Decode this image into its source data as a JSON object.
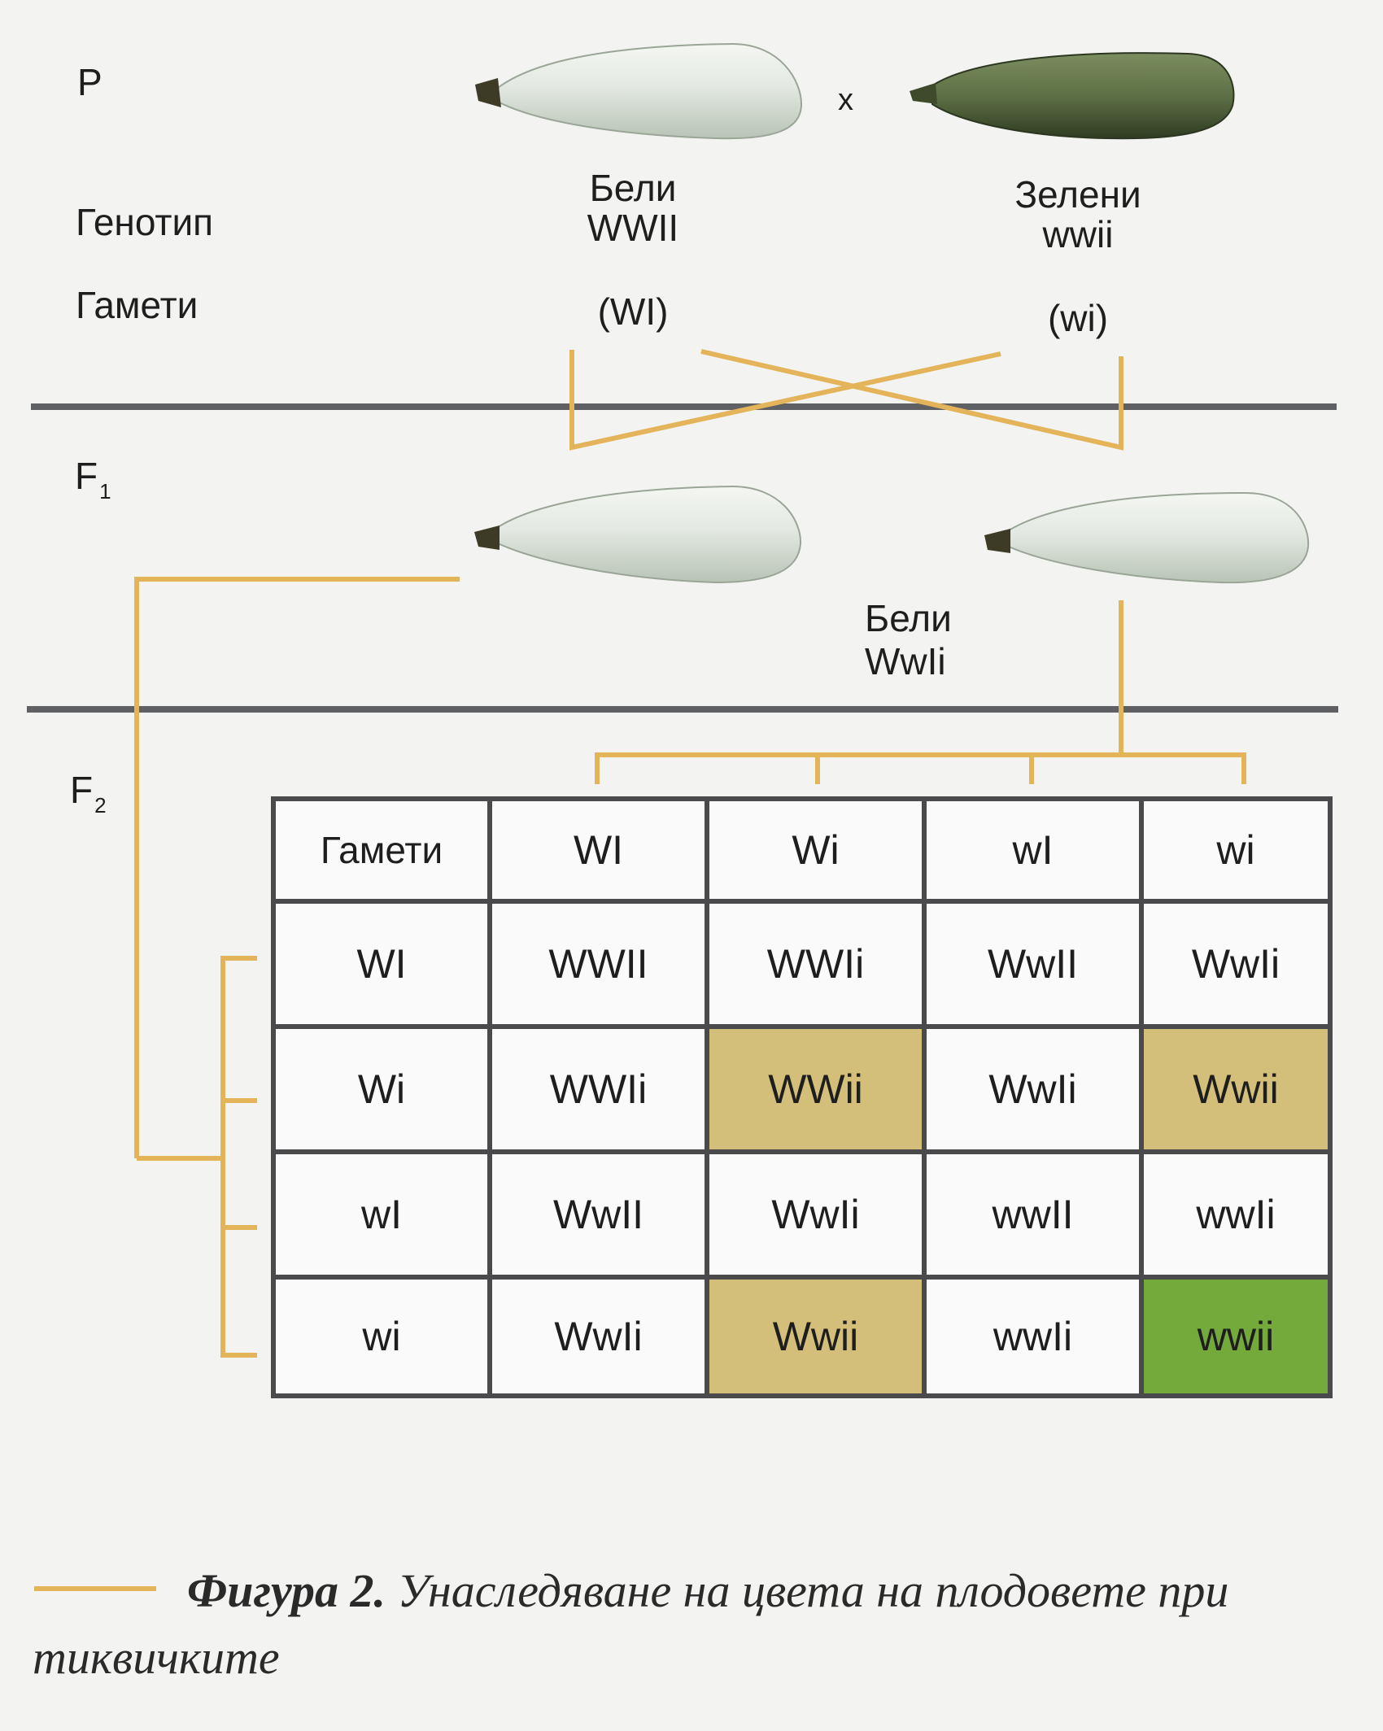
{
  "labels": {
    "p": "P",
    "cross": "x",
    "genotype_row": "Генотип",
    "gametes_row": "Гамети",
    "f1": "F",
    "f1_sub": "1",
    "f2": "F",
    "f2_sub": "2"
  },
  "parents": {
    "left": {
      "phenotype": "Бели",
      "genotype": "WWII",
      "gamete": "(WI)"
    },
    "right": {
      "phenotype": "Зелени",
      "genotype": "wwii",
      "gamete": "(wi)"
    }
  },
  "f1_offspring": {
    "phenotype": "Бели",
    "genotype": "WwIi"
  },
  "punnett": {
    "corner": "Гамети",
    "col_headers": [
      "WI",
      "Wi",
      "wI",
      "wi"
    ],
    "rows": [
      {
        "header": "WI",
        "cells": [
          "WWII",
          "WWIi",
          "WwII",
          "WwIi"
        ]
      },
      {
        "header": "Wi",
        "cells": [
          "WWIi",
          "WWii",
          "WwIi",
          "Wwii"
        ]
      },
      {
        "header": "wI",
        "cells": [
          "WwII",
          "WwIi",
          "wwII",
          "wwIi"
        ]
      },
      {
        "header": "wi",
        "cells": [
          "WwIi",
          "Wwii",
          "wwIi",
          "wwii"
        ]
      }
    ],
    "highlight_colors": {
      "yellow": "#d4bf7a",
      "green": "#74a93c"
    }
  },
  "colors": {
    "connector_lines": "#e3b45a",
    "divider": "#5f6064",
    "grid": "#4a4a4c"
  },
  "caption": {
    "figure_label": "Фигура 2.",
    "text": " Унаследяване на цвета на плодовете при тиквичките"
  }
}
